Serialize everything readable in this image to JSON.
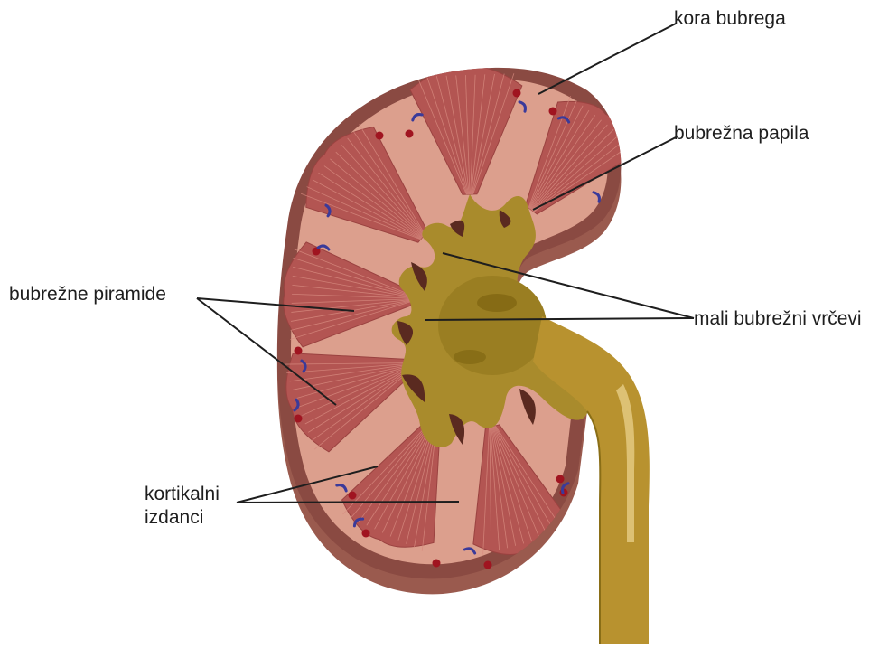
{
  "labels": {
    "renal_cortex": "kora bubrega",
    "renal_papilla": "bubrežna papila",
    "renal_pyramids": "bubrežne piramide",
    "minor_calyces": "mali bubrežni vrčevi",
    "renal_columns_line1": "kortikalni",
    "renal_columns_line2": "izdanci"
  },
  "colors": {
    "capsule": "#8a4a42",
    "cortex": "#dc9f8d",
    "pyramid": "#b35552",
    "column": "#e6b09f",
    "pelvis": "#a98b2c",
    "pelvis_dark": "#7d6410",
    "ureter": "#b8922f",
    "vessel_red": "#a01420",
    "vessel_blue": "#3a3a9a",
    "leader": "#1e1e1e"
  }
}
